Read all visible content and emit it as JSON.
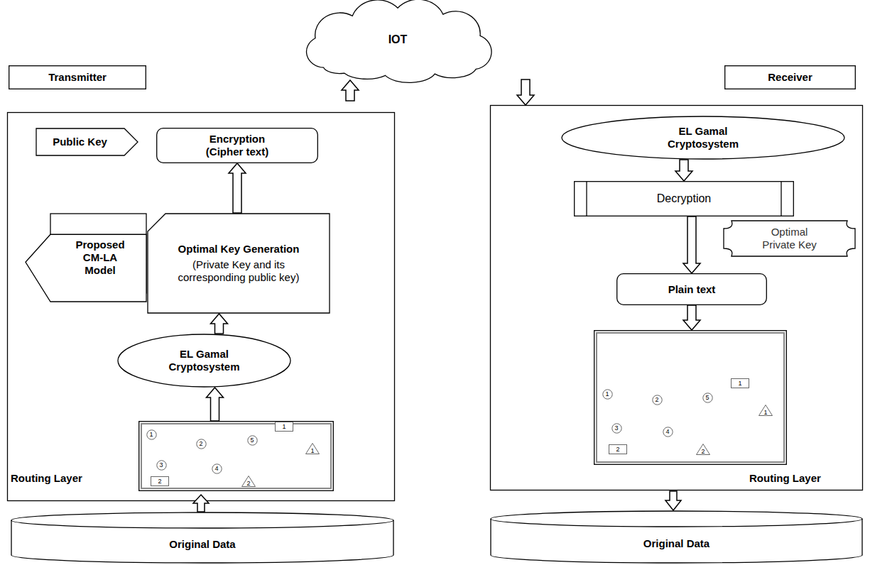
{
  "diagram": {
    "nodes": [
      {
        "text": [
          "IOT"
        ]
      },
      {
        "text": [
          "Transmitter"
        ]
      },
      {
        "text": [
          "Receiver"
        ]
      },
      {
        "text": [
          "Public Key"
        ]
      },
      {
        "text": [
          "Encryption (Cipher text)"
        ]
      },
      {
        "text": [
          "Proposed CM-LA Model"
        ]
      },
      {
        "text": [
          "Optimal Key Generation",
          "(Private Key and its corresponding public key)"
        ]
      },
      {
        "text": [
          "EL Gamal Cryptosystem"
        ]
      },
      {
        "text": [
          "Routing Layer"
        ]
      },
      {
        "text": [
          "1"
        ],
        "in": 8
      },
      {
        "text": [
          "2"
        ],
        "in": 8
      },
      {
        "text": [
          "3"
        ],
        "in": 8
      },
      {
        "text": [
          "4"
        ],
        "in": 8
      },
      {
        "text": [
          "5"
        ],
        "in": 8
      },
      {
        "text": [
          "1"
        ],
        "in": 8
      },
      {
        "text": [
          "1"
        ],
        "in": 8
      },
      {
        "text": [
          "2"
        ],
        "in": 8
      },
      {
        "text": [
          "2"
        ],
        "in": 8
      },
      {
        "text": [
          "EL Gamal Cryptosystem"
        ]
      },
      {
        "text": [
          "Decryption"
        ]
      },
      {
        "text": [
          "Optimal Private Key"
        ]
      },
      {
        "text": [
          "Plain text"
        ]
      },
      {
        "text": [
          "Routing Layer"
        ]
      },
      {
        "text": [
          "1"
        ],
        "in": 22
      },
      {
        "text": [
          "2"
        ],
        "in": 22
      },
      {
        "text": [
          "3"
        ],
        "in": 22
      },
      {
        "text": [
          "4"
        ],
        "in": 22
      },
      {
        "text": [
          "5"
        ],
        "in": 22
      },
      {
        "text": [
          "1"
        ],
        "in": 22
      },
      {
        "text": [
          "1"
        ],
        "in": 22
      },
      {
        "text": [
          "2"
        ],
        "in": 22
      },
      {
        "text": [
          "2"
        ],
        "in": 22
      },
      {
        "text": [
          "Original Data"
        ]
      },
      {
        "text": [
          "Original Data"
        ]
      }
    ],
    "edges": [
      {
        "from": 8,
        "to": 7,
        "arrow": "to"
      },
      {
        "from": 7,
        "to": 6,
        "arrow": "to"
      },
      {
        "from": 6,
        "to": 4,
        "arrow": "to"
      },
      {
        "from": 9,
        "to": 10,
        "arrow": "none"
      },
      {
        "from": 9,
        "to": 11,
        "arrow": "none"
      },
      {
        "from": 10,
        "to": 12,
        "arrow": "none"
      },
      {
        "from": 11,
        "to": 12,
        "arrow": "none"
      },
      {
        "from": 12,
        "to": 13,
        "arrow": "none"
      },
      {
        "from": 13,
        "to": 14,
        "arrow": "none"
      },
      {
        "from": 14,
        "to": 15,
        "arrow": "none"
      },
      {
        "from": 11,
        "to": 16,
        "arrow": "none"
      },
      {
        "from": 16,
        "to": 17,
        "arrow": "none"
      },
      {
        "from": 18,
        "to": 19,
        "arrow": "to"
      },
      {
        "from": 19,
        "to": 21,
        "arrow": "to"
      },
      {
        "from": 21,
        "to": 22,
        "arrow": "to"
      },
      {
        "from": 23,
        "to": 24,
        "arrow": "none"
      },
      {
        "from": 23,
        "to": 25,
        "arrow": "none"
      },
      {
        "from": 24,
        "to": 26,
        "arrow": "none"
      },
      {
        "from": 25,
        "to": 26,
        "arrow": "none"
      },
      {
        "from": 26,
        "to": 27,
        "arrow": "none"
      },
      {
        "from": 27,
        "to": 28,
        "arrow": "none"
      },
      {
        "from": 28,
        "to": 29,
        "arrow": "none"
      },
      {
        "from": 25,
        "to": 30,
        "arrow": "none"
      },
      {
        "from": 30,
        "to": 31,
        "arrow": "none"
      }
    ]
  }
}
